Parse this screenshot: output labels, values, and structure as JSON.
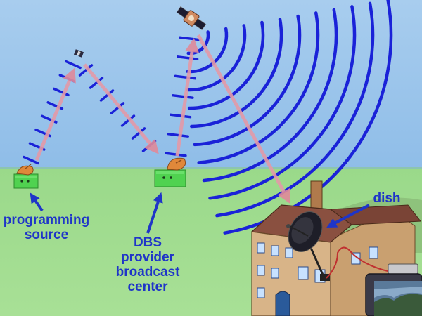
{
  "labels": {
    "programming_source": [
      "programming",
      "source"
    ],
    "dbs_center": [
      "DBS",
      "provider",
      "broadcast",
      "center"
    ],
    "dish": "dish"
  },
  "colors": {
    "sky": "#9cc4ea",
    "ground": "#9ad98a",
    "wave": "#1a22d8",
    "beam": "#e39aa8",
    "label": "#1f35c8",
    "building": "#50d250",
    "house_wall": "#d8b488",
    "roof": "#8a5040"
  },
  "icons": [
    "satellite-icon",
    "uplink-dish-icon",
    "home-dish-icon",
    "house-icon",
    "tv-icon"
  ]
}
